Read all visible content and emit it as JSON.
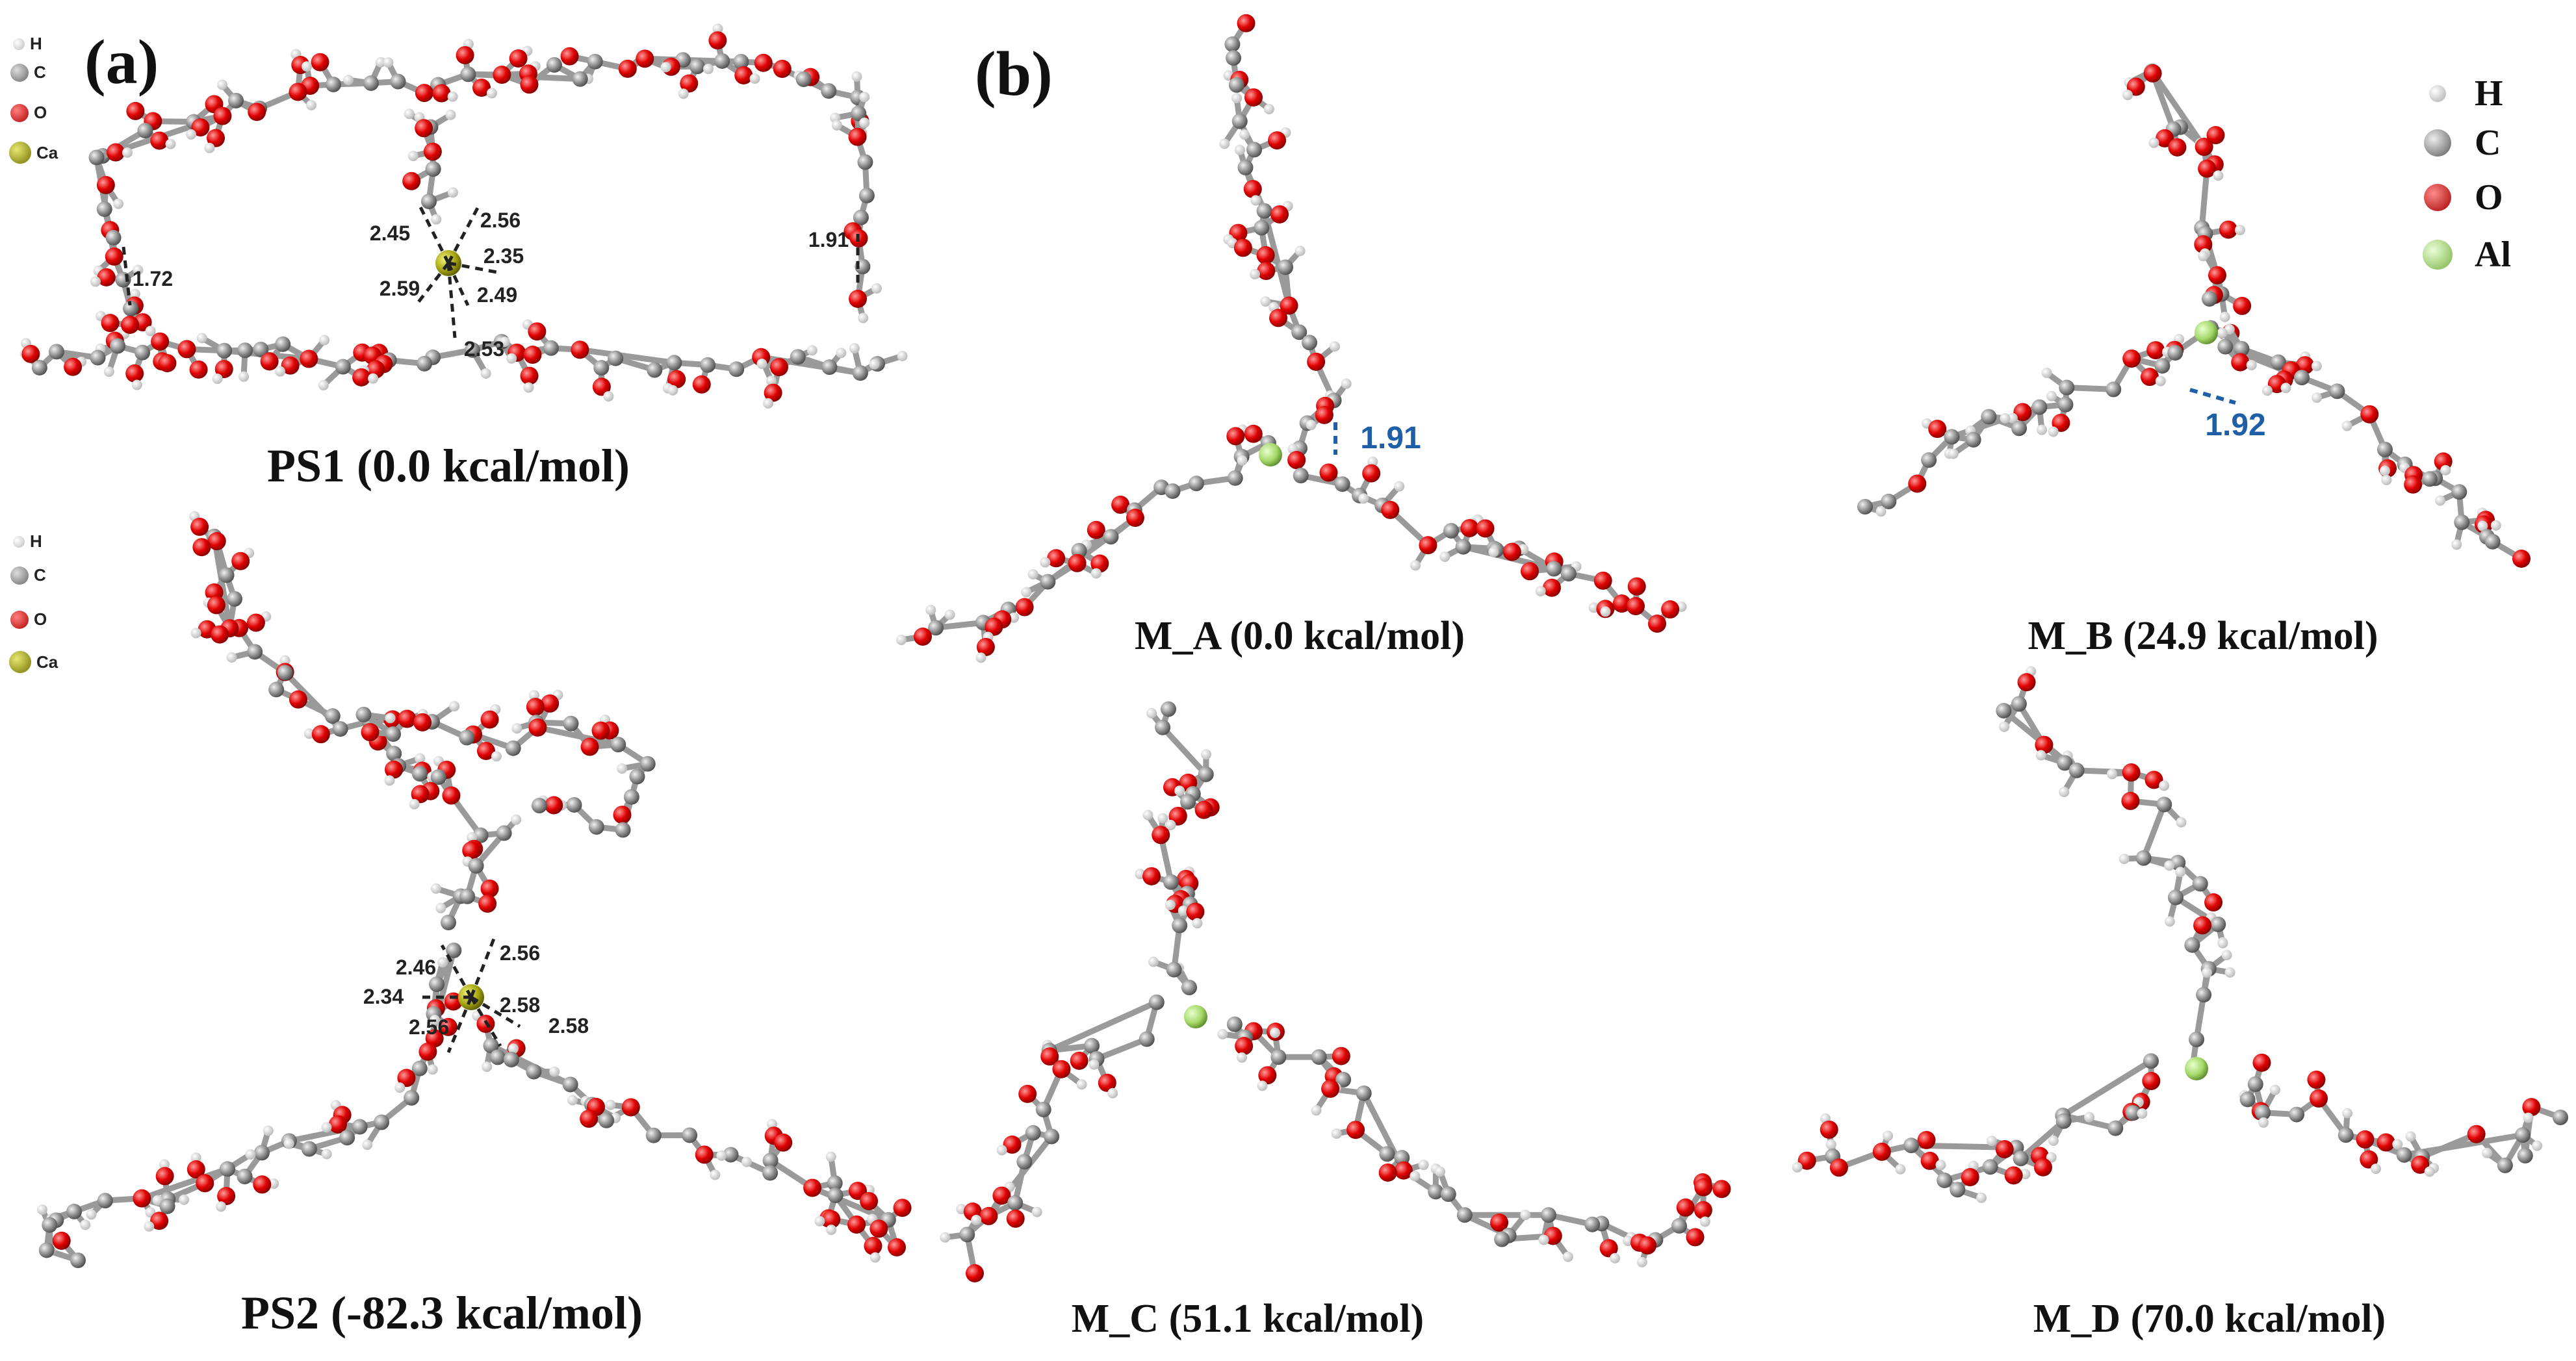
{
  "panel_a": {
    "tag": "(a)",
    "legend": [
      {
        "label": "H",
        "color": "#e8e8e8"
      },
      {
        "label": "C",
        "color": "#8a8a8a"
      },
      {
        "label": "O",
        "color": "#e00000"
      },
      {
        "label": "Ca",
        "color": "#9a9a10"
      }
    ],
    "ps1": {
      "caption": "PS1 (0.0 kcal/mol)",
      "distances": [
        "2.45",
        "2.56",
        "2.35",
        "2.59",
        "2.49",
        "2.53",
        "1.72",
        "1.91"
      ]
    },
    "ps2": {
      "caption": "PS2 (-82.3 kcal/mol)",
      "distances": [
        "2.46",
        "2.56",
        "2.34",
        "2.58",
        "2.56",
        "2.58"
      ]
    }
  },
  "panel_b": {
    "tag": "(b)",
    "legend": [
      {
        "label": "H",
        "color": "#e8e8e8"
      },
      {
        "label": "C",
        "color": "#8a8a8a"
      },
      {
        "label": "O",
        "color": "#e00000"
      },
      {
        "label": "Al",
        "color": "#a6d96a"
      }
    ],
    "m_a": {
      "caption": "M_A (0.0 kcal/mol)",
      "distance": "1.91"
    },
    "m_b": {
      "caption": "M_B (24.9 kcal/mol)",
      "distance": "1.92"
    },
    "m_c": {
      "caption": "M_C (51.1 kcal/mol)"
    },
    "m_d": {
      "caption": "M_D (70.0 kcal/mol)"
    }
  },
  "colors": {
    "carbon": "#8a8a8a",
    "oxygen": "#e00000",
    "hydrogen": "#e6e6e6",
    "calcium": "#9a9a10",
    "aluminum": "#a6d96a",
    "bond": "#9a9a9a",
    "distance_blue": "#1f5fa8"
  }
}
